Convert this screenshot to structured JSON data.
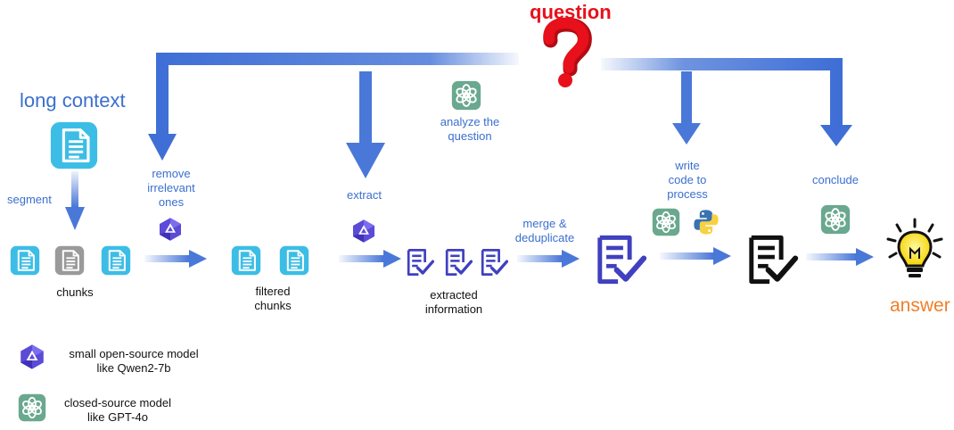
{
  "question": "question",
  "long_context": "long context",
  "steps": {
    "segment": "segment",
    "remove": "remove\nirrelevant\nones",
    "extract": "extract",
    "analyze": "analyze the\nquestion",
    "merge": "merge &\ndeduplicate",
    "write_code": "write\ncode to\nprocess",
    "conclude": "conclude"
  },
  "nodes": {
    "chunks": "chunks",
    "filtered": "filtered\nchunks",
    "extracted": "extracted\ninformation",
    "answer": "answer"
  },
  "legend": {
    "small_model": "small open-source model\nlike Qwen2-7b",
    "closed_model": "closed-source model\nlike GPT-4o"
  },
  "icons": {
    "document": "document-icon",
    "checked_document": "checked-document-icon",
    "qwen": "qwen-logo-icon",
    "openai": "openai-logo-icon",
    "python": "python-logo-icon",
    "question_mark": "question-mark-icon",
    "lightbulb": "lightbulb-icon"
  },
  "colors": {
    "arrow": "#4a78d8",
    "label": "#3b6fcf",
    "doc": "#3cbde6",
    "doc_gray": "#9a9a9a",
    "checked": "#4040c0",
    "openai_bg": "#6aa88f",
    "question": "#e8101a",
    "answer": "#f07f28"
  }
}
